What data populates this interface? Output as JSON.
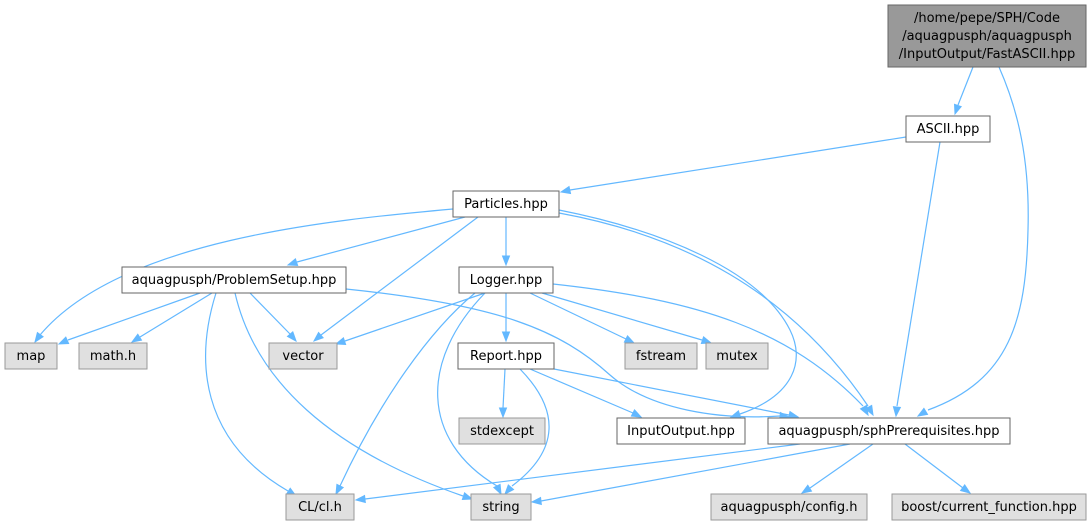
{
  "colors": {
    "root_fill": "#999999",
    "root_stroke": "#666666",
    "project_fill": "#ffffff",
    "project_stroke": "#666666",
    "external_fill": "#e0e0e0",
    "external_stroke": "#999999",
    "edge": "#63b8ff"
  },
  "nodes": [
    {
      "id": "fastascii",
      "kind": "root",
      "lines": [
        "/home/pepe/SPH/Code",
        "/aquagpusph/aquagpusph",
        "/InputOutput/FastASCII.hpp"
      ]
    },
    {
      "id": "ascii",
      "kind": "project",
      "lines": [
        "ASCII.hpp"
      ]
    },
    {
      "id": "particles",
      "kind": "project",
      "lines": [
        "Particles.hpp"
      ]
    },
    {
      "id": "problemsetup",
      "kind": "project",
      "lines": [
        "aquagpusph/ProblemSetup.hpp"
      ]
    },
    {
      "id": "logger",
      "kind": "project",
      "lines": [
        "Logger.hpp"
      ]
    },
    {
      "id": "report",
      "kind": "project",
      "lines": [
        "Report.hpp"
      ]
    },
    {
      "id": "inputoutput",
      "kind": "project",
      "lines": [
        "InputOutput.hpp"
      ]
    },
    {
      "id": "sphprereq",
      "kind": "project",
      "lines": [
        "aquagpusph/sphPrerequisites.hpp"
      ]
    },
    {
      "id": "map",
      "kind": "external",
      "lines": [
        "map"
      ]
    },
    {
      "id": "mathh",
      "kind": "external",
      "lines": [
        "math.h"
      ]
    },
    {
      "id": "vector",
      "kind": "external",
      "lines": [
        "vector"
      ]
    },
    {
      "id": "fstream",
      "kind": "external",
      "lines": [
        "fstream"
      ]
    },
    {
      "id": "mutex",
      "kind": "external",
      "lines": [
        "mutex"
      ]
    },
    {
      "id": "stdexcept",
      "kind": "external",
      "lines": [
        "stdexcept"
      ]
    },
    {
      "id": "clh",
      "kind": "external",
      "lines": [
        "CL/cl.h"
      ]
    },
    {
      "id": "string",
      "kind": "external",
      "lines": [
        "string"
      ]
    },
    {
      "id": "configh",
      "kind": "external",
      "lines": [
        "aquagpusph/config.h"
      ]
    },
    {
      "id": "boostcf",
      "kind": "external",
      "lines": [
        "boost/current_function.hpp"
      ]
    }
  ],
  "edges": [
    {
      "from": "fastascii",
      "to": "ascii"
    },
    {
      "from": "fastascii",
      "to": "sphprereq"
    },
    {
      "from": "ascii",
      "to": "particles"
    },
    {
      "from": "ascii",
      "to": "sphprereq"
    },
    {
      "from": "particles",
      "to": "map"
    },
    {
      "from": "particles",
      "to": "problemsetup"
    },
    {
      "from": "particles",
      "to": "vector"
    },
    {
      "from": "particles",
      "to": "logger"
    },
    {
      "from": "particles",
      "to": "inputoutput"
    },
    {
      "from": "particles",
      "to": "sphprereq"
    },
    {
      "from": "problemsetup",
      "to": "map"
    },
    {
      "from": "problemsetup",
      "to": "mathh"
    },
    {
      "from": "problemsetup",
      "to": "vector"
    },
    {
      "from": "problemsetup",
      "to": "clh"
    },
    {
      "from": "problemsetup",
      "to": "string"
    },
    {
      "from": "problemsetup",
      "to": "sphprereq"
    },
    {
      "from": "logger",
      "to": "vector"
    },
    {
      "from": "logger",
      "to": "report"
    },
    {
      "from": "logger",
      "to": "fstream"
    },
    {
      "from": "logger",
      "to": "mutex"
    },
    {
      "from": "logger",
      "to": "clh"
    },
    {
      "from": "logger",
      "to": "string"
    },
    {
      "from": "logger",
      "to": "sphprereq"
    },
    {
      "from": "report",
      "to": "stdexcept"
    },
    {
      "from": "report",
      "to": "string"
    },
    {
      "from": "report",
      "to": "inputoutput"
    },
    {
      "from": "report",
      "to": "sphprereq"
    },
    {
      "from": "sphprereq",
      "to": "clh"
    },
    {
      "from": "sphprereq",
      "to": "string"
    },
    {
      "from": "sphprereq",
      "to": "configh"
    },
    {
      "from": "sphprereq",
      "to": "boostcf"
    }
  ]
}
